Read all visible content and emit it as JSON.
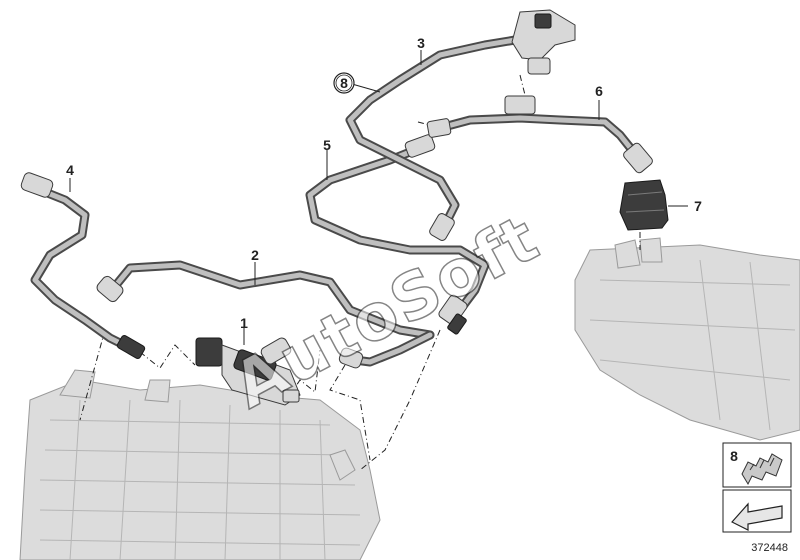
{
  "diagram": {
    "callouts": {
      "c1": "1",
      "c2": "2",
      "c3": "3",
      "c4": "4",
      "c5": "5",
      "c6": "6",
      "c7": "7",
      "c8": "8",
      "legend8": "8"
    },
    "watermark": "AutoSoft",
    "part_number": "372448",
    "colors": {
      "hose": "#4a4a4a",
      "hose_highlight": "#bfbfbf",
      "component_grey": "#dcdcdc",
      "dark_part": "#3c3c3c"
    },
    "icons": [
      "clip-icon",
      "arrow-icon"
    ]
  }
}
